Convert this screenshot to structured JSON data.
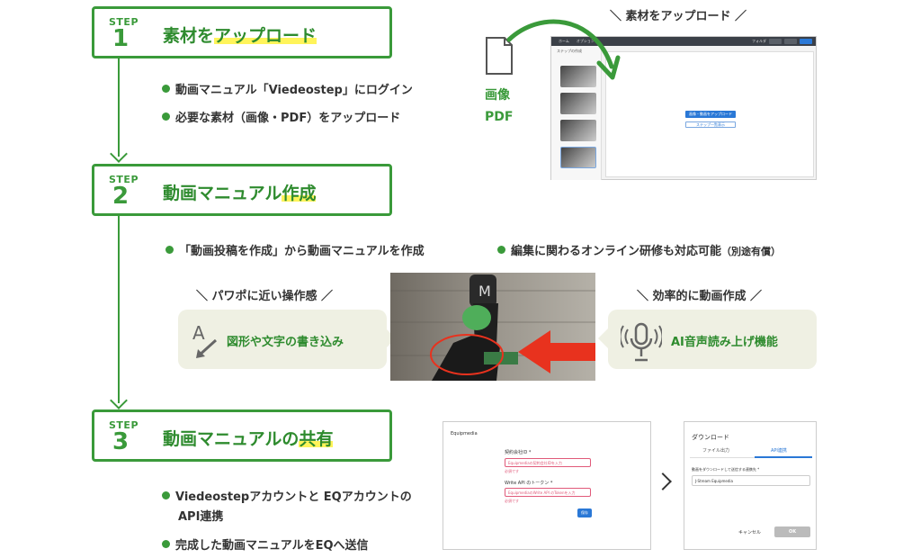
{
  "steps": [
    {
      "label": "STEP",
      "number": "1",
      "title_plain": "素材を",
      "title_highlight": "アップロード",
      "title_after": ""
    },
    {
      "label": "STEP",
      "number": "2",
      "title_plain": "動画マニュアル",
      "title_highlight": "作成",
      "title_after": ""
    },
    {
      "label": "STEP",
      "number": "3",
      "title_plain": "動画マニュアルの",
      "title_highlight": "共有",
      "title_after": ""
    }
  ],
  "step1": {
    "bullets": [
      "動画マニュアル「Viedeostep」にログイン",
      "必要な素材（画像・PDF）をアップロード"
    ],
    "caption": "＼ 素材をアップロード ／",
    "media_labels": [
      "画像",
      "PDF"
    ],
    "app": {
      "top_tabs": [
        "ホーム",
        "オプション"
      ],
      "top_buttons": [
        "フォルダ",
        "設定",
        "下書き保存",
        "投稿する"
      ],
      "sidebar_title": "ステップの作成",
      "main_btn": "画像・動画をアップロード",
      "main_btn2": "ステップ一覧表示"
    }
  },
  "step2": {
    "bullets": [
      "「動画投稿を作成」から動画マニュアルを作成",
      "編集に関わるオンライン研修も対応可能"
    ],
    "bullet_note": "（別途有償）",
    "left_caption": "＼ パワポに近い操作感 ／",
    "left_bubble": "図形や文字の書き込み",
    "left_icon_letter": "A",
    "right_caption": "＼ 効率的に動画作成 ／",
    "right_bubble": "AI音声読み上げ機能"
  },
  "step3": {
    "bullets": [
      "Viedeostepアカウントと EQアカウントの",
      "API連携",
      "完成した動画マニュアルをEQへ送信"
    ],
    "modal1": {
      "title": "Equipmedia",
      "field1_label": "契約会社ID *",
      "field1_placeholder": "Equipmediaの契約会社IDを入力",
      "field1_error": "必須です",
      "field2_label": "Write API のトークン *",
      "field2_placeholder": "EquipmediaのWrite API のTokenを入力",
      "field2_error": "必須です",
      "save": "保存"
    },
    "modal2": {
      "title": "ダウンロード",
      "tab1": "ファイル出力",
      "tab2": "API連携",
      "select_label": "動画をダウンロードして送信する連携先 *",
      "select_value": "J-Stream Equipmedia",
      "cancel": "キャンセル",
      "ok": "OK"
    }
  },
  "colors": {
    "accent": "#3a9a3a",
    "highlight": "#fff45a",
    "bubble": "#eff0e3",
    "arrow_red": "#e8321e"
  }
}
